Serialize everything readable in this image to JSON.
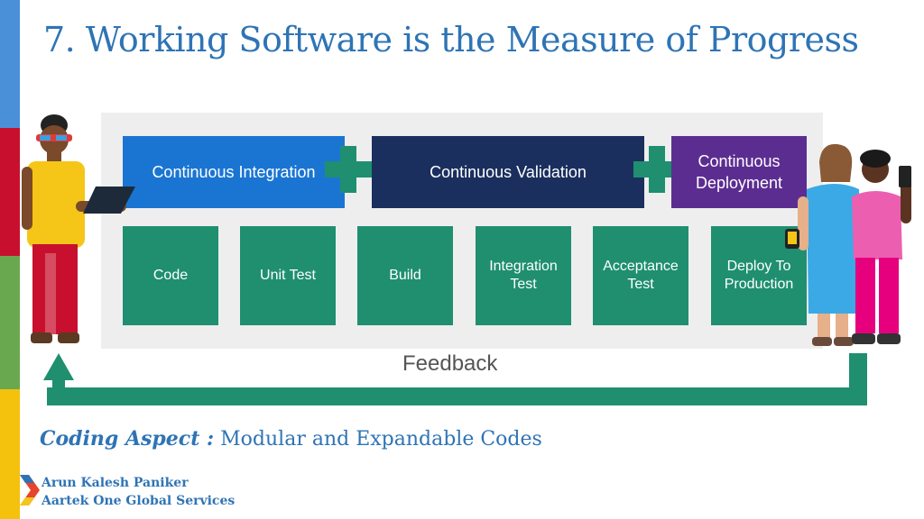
{
  "title": "7. Working Software is the Measure of Progress",
  "pipeline": {
    "stages": [
      "Continuous Integration",
      "Continuous Validation",
      "Continuous Deployment"
    ],
    "steps": [
      "Code",
      "Unit Test",
      "Build",
      "Integration Test",
      "Acceptance Test",
      "Deploy To Production"
    ],
    "feedback": "Feedback"
  },
  "coding": {
    "label": "Coding Aspect :",
    "text": "Modular and Expandable Codes"
  },
  "footer": {
    "name": "Arun Kalesh Paniker",
    "company": "Aartek One Global Services"
  },
  "colors": {
    "title": "#2e74b5",
    "integration": "#1a75d2",
    "validation": "#1b2f5e",
    "deployment": "#5c2d91",
    "step": "#1f8f70"
  }
}
